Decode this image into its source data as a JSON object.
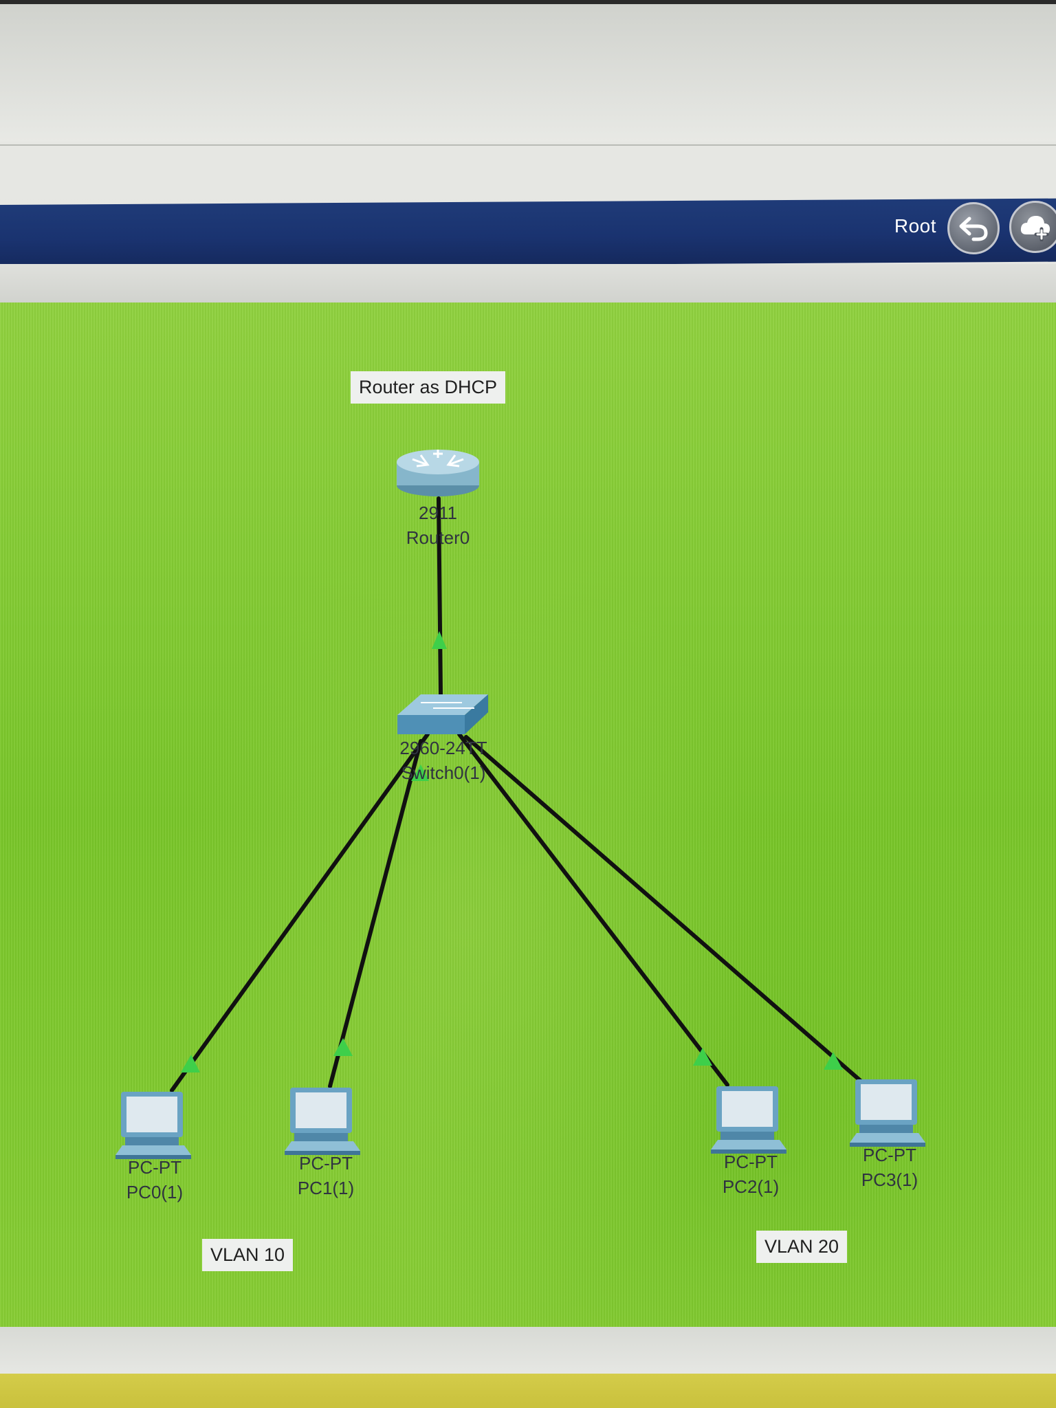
{
  "header": {
    "root_label": "Root",
    "back_icon": "back-arrow-icon",
    "cloud_icon": "cloud-add-icon"
  },
  "workspace": {
    "background_color": "#86cc33",
    "notes": {
      "title": "Router as DHCP",
      "vlan10": "VLAN 10",
      "vlan20": "VLAN 20"
    },
    "router": {
      "model": "2911",
      "name": "Router0"
    },
    "switch": {
      "model": "2960-24TT",
      "name": "Switch0(1)"
    },
    "pcs": [
      {
        "model": "PC-PT",
        "name": "PC0(1)"
      },
      {
        "model": "PC-PT",
        "name": "PC1(1)"
      },
      {
        "model": "PC-PT",
        "name": "PC2(1)"
      },
      {
        "model": "PC-PT",
        "name": "PC3(1)"
      }
    ],
    "link_status_color": "#3ecf4a"
  }
}
